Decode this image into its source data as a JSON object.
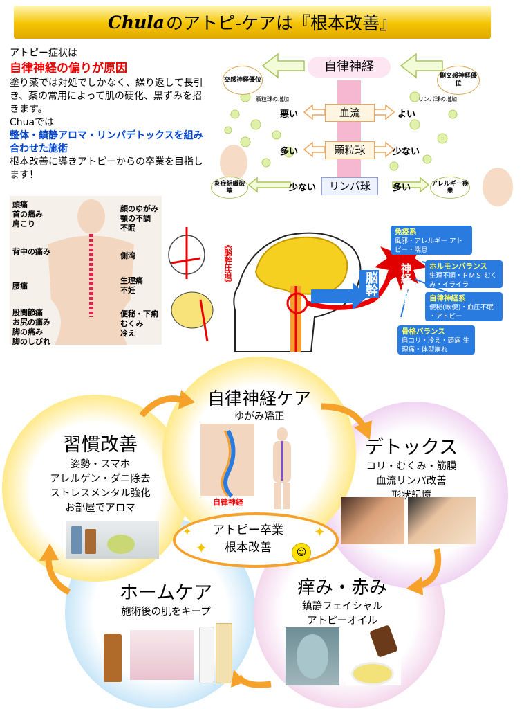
{
  "header": {
    "brand": "Chula",
    "title": "のアトピ-ケアは『根本改善』"
  },
  "intro": {
    "line1": "アトピー症状は",
    "headline": "自律神経の偏りが原因",
    "body1": "塗り薬では対処でしかなく、繰り返して長引き、薬の常用によって肌の硬化、黒ずみを招きます。",
    "chua": "Chuaでは",
    "services": "整体・鎮静アロマ・リンパデトックスを組み合わせた施術",
    "body2": "根本改善に導きアトピーからの卒業を目指します！"
  },
  "nerve": {
    "center": "自律神経",
    "left": "交感神経優位",
    "right": "副交感神経優位",
    "left_note": "顆粒球の増加",
    "right_note": "リンパ球の増加",
    "rows": [
      {
        "left": "悪い",
        "center": "血流",
        "right": "よい"
      },
      {
        "left": "多い",
        "center": "顆粒球",
        "right": "少ない"
      },
      {
        "left": "少ない",
        "center": "リンパ球",
        "right": "多い"
      }
    ],
    "left_badge": "炎症組織破壊",
    "right_badge": "アレルギー疾患"
  },
  "body": {
    "left_labels": [
      "頭痛",
      "首の痛み",
      "肩こり",
      "背中の痛み",
      "腰痛",
      "股関節痛",
      "お尻の痛み",
      "脚の痛み",
      "脚のしびれ"
    ],
    "right_labels": [
      "顔のゆがみ",
      "顎の不調",
      "不眠",
      "側湾",
      "生理痛",
      "不妊",
      "便秘・下痢",
      "むくみ",
      "冷え"
    ]
  },
  "brain": {
    "compression": "《脳幹圧迫》",
    "stem": "脳幹",
    "star": "神経圧迫",
    "boxes": [
      {
        "title": "免疫系",
        "body": "風邪・アレルギー アトピー・喘息"
      },
      {
        "title": "ホルモンバランス",
        "body": "生理不順・ＰＭＳ むくみ・イライラ"
      },
      {
        "title": "自律神経系",
        "body": "便秘(軟便)・血圧不眠 ・アトピー"
      },
      {
        "title": "骨格バランス",
        "body": "肩コリ・冷え・頭痛 生理痛・体型崩れ"
      }
    ]
  },
  "cycle": {
    "top": {
      "title": "自律神経ケア",
      "sub": "ゆがみ矯正",
      "img_label": "自律神経"
    },
    "left": {
      "title": "習慣改善",
      "lines": [
        "姿勢・スマホ",
        "アレルゲン・ダニ除去",
        "ストレスメンタル強化",
        "お部屋でアロマ"
      ]
    },
    "right": {
      "title": "デトックス",
      "lines": [
        "コリ・むくみ・筋膜",
        "血流リンパ改善",
        "形状記憶"
      ]
    },
    "bottom_left": {
      "title": "ホームケア",
      "sub": "施術後の肌をキープ"
    },
    "bottom_right": {
      "title": "痒み・赤み",
      "lines": [
        "鎮静フェイシャル",
        "アトピーオイル"
      ]
    },
    "center": {
      "line1": "アトピー卒業",
      "line2": "根本改善"
    }
  },
  "colors": {
    "yellow": "#ffe98a",
    "blue": "#bfe1f7",
    "purple": "#e8c9ef",
    "pink": "#f7d6e8",
    "orange": "#f5a12a",
    "accent_red": "#e00000",
    "accent_blue": "#2a7be0"
  }
}
